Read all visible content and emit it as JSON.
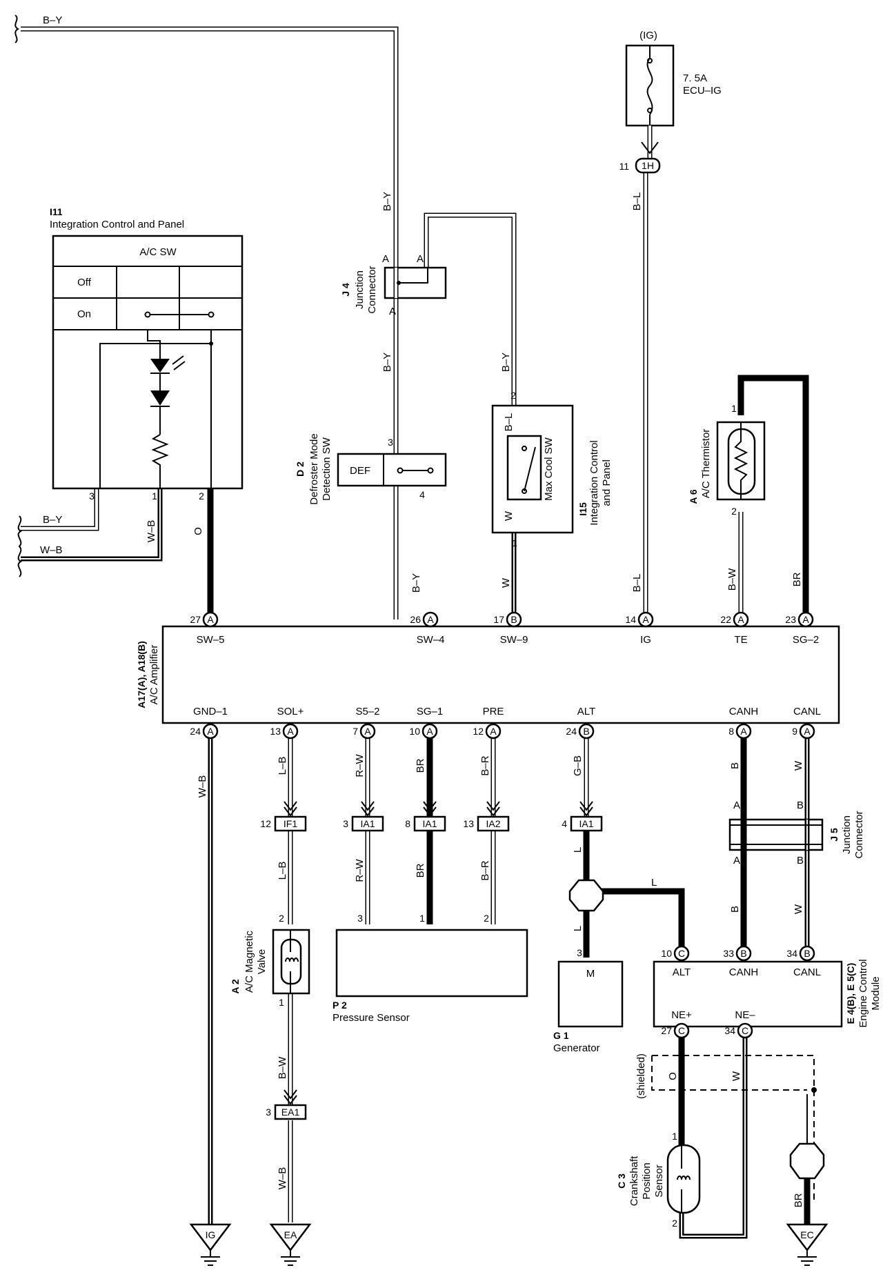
{
  "power": {
    "ig_label": "(IG)",
    "fuse_rating": "7. 5A",
    "fuse_name": "ECU–IG",
    "j1h_pin": "11",
    "j1h_id": "1H"
  },
  "wires": {
    "by_top": "B–Y",
    "by_junction": "B–Y",
    "by_maxcool": "B–Y",
    "by_def": "B–Y",
    "by_amp": "B–Y",
    "bl_top": "B–L",
    "bl_amp": "B–L",
    "bl_maxcool": "B–L",
    "w_maxcool1": "W",
    "w_maxcool2": "W",
    "bw_therm": "B–W",
    "br_sg2": "BR",
    "by_left": "B–Y",
    "wb_left": "W–B",
    "wb_vert": "W–B",
    "o_sw5": "O",
    "wb_gnd": "W–B",
    "lb1": "L–B",
    "lb2": "L–B",
    "bw_mag": "B–W",
    "wb_ea": "W–B",
    "rw1": "R–W",
    "rw2": "R–W",
    "br1": "BR",
    "br2": "BR",
    "br_ec": "BR",
    "br3": "B–R",
    "br4": "B–R",
    "gb": "G–B",
    "l1": "L",
    "l2": "L",
    "l3": "L",
    "b1": "B",
    "b2": "B",
    "w1": "W",
    "w2": "W",
    "o_ne": "O",
    "w_ne": "W",
    "shielded": "(shielded)"
  },
  "i11": {
    "code": "I11",
    "name": "Integration Control and Panel",
    "switch_title": "A/C SW",
    "off": "Off",
    "on": "On",
    "pin3": "3",
    "pin1": "1",
    "pin2": "2"
  },
  "j4": {
    "code": "J 4",
    "name1": "Junction",
    "name2": "Connector",
    "a_top_left": "A",
    "a_top_right": "A",
    "a_bottom": "A"
  },
  "d2": {
    "code": "D 2",
    "name1": "Defroster Mode",
    "name2": "Detection SW",
    "def": "DEF",
    "pin3": "3",
    "pin4": "4"
  },
  "i15": {
    "code": "I15",
    "name1": "Integration Control",
    "name2": "and Panel",
    "switch": "Max Cool SW",
    "pin2": "2",
    "pin1": "1"
  },
  "a6": {
    "code": "A 6",
    "name": "A/C Thermistor",
    "pin1": "1",
    "pin2": "2"
  },
  "amp": {
    "code": "A17(A), A18(B)",
    "name": "A/C Amplifier",
    "top_terms": [
      {
        "pin": "27",
        "conn": "A",
        "label": "SW–5"
      },
      {
        "pin": "26",
        "conn": "A",
        "label": "SW–4"
      },
      {
        "pin": "17",
        "conn": "B",
        "label": "SW–9"
      },
      {
        "pin": "14",
        "conn": "A",
        "label": "IG"
      },
      {
        "pin": "22",
        "conn": "A",
        "label": "TE"
      },
      {
        "pin": "23",
        "conn": "A",
        "label": "SG–2"
      }
    ],
    "bottom_terms": [
      {
        "pin": "24",
        "conn": "A",
        "label": "GND–1"
      },
      {
        "pin": "13",
        "conn": "A",
        "label": "SOL+"
      },
      {
        "pin": "7",
        "conn": "A",
        "label": "S5–2"
      },
      {
        "pin": "10",
        "conn": "A",
        "label": "SG–1"
      },
      {
        "pin": "12",
        "conn": "A",
        "label": "PRE"
      },
      {
        "pin": "24",
        "conn": "B",
        "label": "ALT"
      },
      {
        "pin": "8",
        "conn": "A",
        "label": "CANH"
      },
      {
        "pin": "9",
        "conn": "A",
        "label": "CANL"
      }
    ]
  },
  "conns": [
    {
      "pin": "12",
      "id": "IF1"
    },
    {
      "pin": "3",
      "id": "IA1"
    },
    {
      "pin": "8",
      "id": "IA1"
    },
    {
      "pin": "13",
      "id": "IA2"
    },
    {
      "pin": "4",
      "id": "IA1"
    },
    {
      "pin": "3",
      "id": "EA1"
    }
  ],
  "j5": {
    "code": "J 5",
    "name1": "Junction",
    "name2": "Connector",
    "a_top": "A",
    "b_top": "B",
    "a_bottom": "A",
    "b_bottom": "B"
  },
  "a2": {
    "code": "A 2",
    "name1": "A/C Magnetic",
    "name2": "Valve",
    "pin2": "2",
    "pin1": "1"
  },
  "p2": {
    "code": "P 2",
    "name": "Pressure Sensor",
    "pin3": "3",
    "pin1": "1",
    "pin2": "2"
  },
  "g1": {
    "code": "G 1",
    "name": "Generator",
    "term": "M",
    "pin3": "3"
  },
  "ecm": {
    "code": "E 4(B), E 5(C)",
    "name1": "Engine Control",
    "name2": "Module",
    "top_terms": [
      {
        "pin": "10",
        "conn": "C",
        "label": "ALT"
      },
      {
        "pin": "33",
        "conn": "B",
        "label": "CANH"
      },
      {
        "pin": "34",
        "conn": "B",
        "label": "CANL"
      }
    ],
    "bottom_terms": [
      {
        "pin": "27",
        "conn": "C",
        "label": "NE+"
      },
      {
        "pin": "34",
        "conn": "C",
        "label": "NE–"
      }
    ]
  },
  "c3": {
    "code": "C 3",
    "name1": "Crankshaft",
    "name2": "Position",
    "name3": "Sensor",
    "pin1": "1",
    "pin2": "2"
  },
  "grounds": {
    "ig": "IG",
    "ea": "EA",
    "ec": "EC"
  }
}
